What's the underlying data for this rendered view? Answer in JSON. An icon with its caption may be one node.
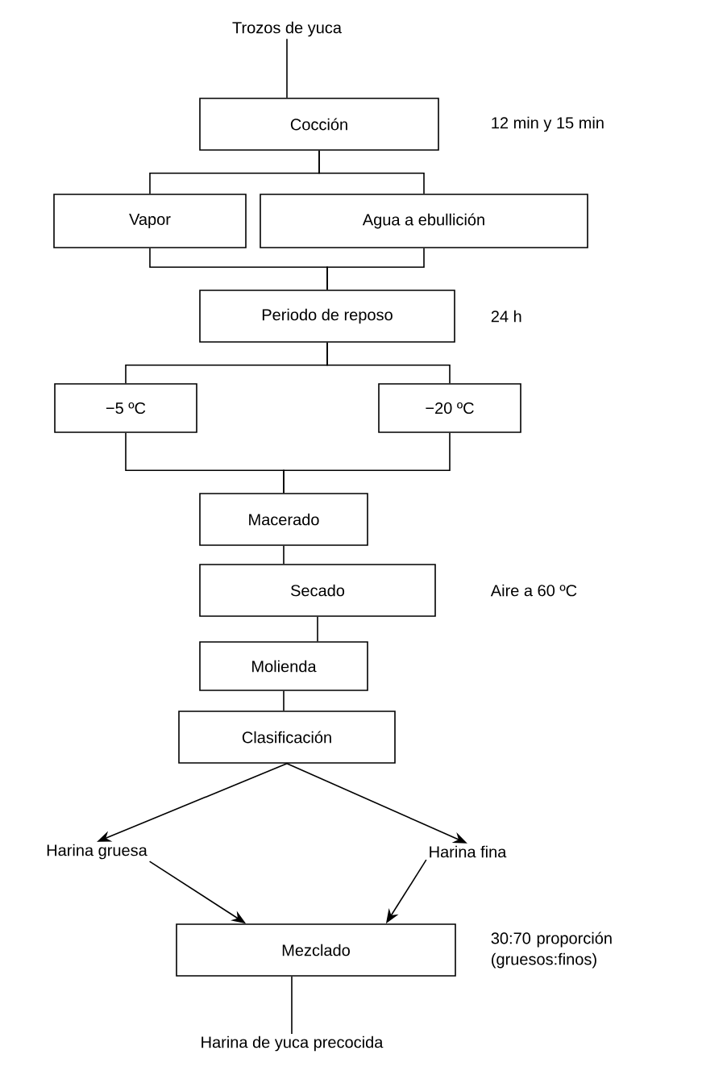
{
  "diagram": {
    "nodes": [
      {
        "text": [
          "Trozos de yuca"
        ]
      },
      {
        "text": [
          "Cocción"
        ],
        "beside": [
          "12 min y 15 min"
        ]
      },
      {
        "text": [
          "Vapor"
        ]
      },
      {
        "text": [
          "Agua a ebullición"
        ]
      },
      {
        "text": [
          "Periodo de reposo"
        ],
        "beside": [
          "24 h"
        ]
      },
      {
        "text": [
          "−5 ºC"
        ]
      },
      {
        "text": [
          "−20 ºC"
        ]
      },
      {
        "text": [
          "Macerado"
        ]
      },
      {
        "text": [
          "Secado"
        ],
        "beside": [
          "Aire a  60 ºC"
        ]
      },
      {
        "text": [
          "Molienda"
        ]
      },
      {
        "text": [
          "Clasificación"
        ]
      },
      {
        "text": [
          "Harina gruesa"
        ]
      },
      {
        "text": [
          "Harina fina"
        ]
      },
      {
        "text": [
          "Mezclado"
        ],
        "beside": [
          "30:70 proporción (gruesos:finos)"
        ]
      },
      {
        "text": [
          "Harina de yuca precocida"
        ]
      }
    ],
    "edges": [
      {
        "from": 0,
        "to": 1,
        "arrow": "none"
      },
      {
        "from": 1,
        "to": 2,
        "arrow": "none"
      },
      {
        "from": 1,
        "to": 3,
        "arrow": "none"
      },
      {
        "from": 2,
        "to": 4,
        "arrow": "none"
      },
      {
        "from": 3,
        "to": 4,
        "arrow": "none"
      },
      {
        "from": 4,
        "to": 5,
        "arrow": "none"
      },
      {
        "from": 4,
        "to": 6,
        "arrow": "none"
      },
      {
        "from": 5,
        "to": 7,
        "arrow": "none"
      },
      {
        "from": 6,
        "to": 7,
        "arrow": "none"
      },
      {
        "from": 7,
        "to": 8,
        "arrow": "none"
      },
      {
        "from": 8,
        "to": 9,
        "arrow": "none"
      },
      {
        "from": 9,
        "to": 10,
        "arrow": "none"
      },
      {
        "from": 10,
        "to": 11,
        "arrow": "to"
      },
      {
        "from": 10,
        "to": 12,
        "arrow": "to"
      },
      {
        "from": 11,
        "to": 13,
        "arrow": "to"
      },
      {
        "from": 12,
        "to": 13,
        "arrow": "to"
      },
      {
        "from": 13,
        "to": 14,
        "arrow": "none"
      }
    ]
  }
}
